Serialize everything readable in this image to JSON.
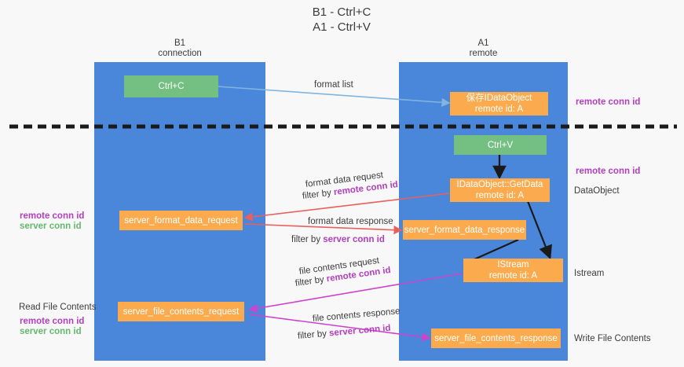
{
  "title": {
    "line1": "B1 - Ctrl+C",
    "line2": "A1 - Ctrl+V"
  },
  "lanes": [
    {
      "id": "b1",
      "header_line1": "B1",
      "header_line2": "connection",
      "color": "#4a86d9"
    },
    {
      "id": "a1",
      "header_line1": "A1",
      "header_line2": "remote",
      "color": "#4a86d9"
    }
  ],
  "colors": {
    "lane": "#4a86d9",
    "green_box": "#73c082",
    "orange_box": "#fbab4e",
    "remote_conn_id": "#b23fbe",
    "server_conn_id": "#64b96e",
    "arrow_format_list": "#7fb5e0",
    "arrow_format_data": "#e8615e",
    "arrow_file_contents": "#cc44cc",
    "arrow_black": "#1a1a1a",
    "divider": "#1a1a1a"
  },
  "boxes": {
    "ctrl_c": {
      "label": "Ctrl+C"
    },
    "save_idataobject": {
      "line1": "保存IDataObject",
      "line2": "remote id: A"
    },
    "ctrl_v": {
      "label": "Ctrl+V"
    },
    "getdata": {
      "line1": "IDataObject::GetData",
      "line2": "remote id: A"
    },
    "server_format_data_request": {
      "label": "server_format_data_request"
    },
    "server_format_data_response": {
      "label": "server_format_data_response"
    },
    "istream": {
      "line1": "IStream",
      "line2": "remote id: A"
    },
    "server_file_contents_request": {
      "label": "server_file_contents_request"
    },
    "server_file_contents_response": {
      "label": "server_file_contents_response"
    }
  },
  "arrow_labels": {
    "format_list": "format list",
    "format_data_request": "format data request",
    "format_data_request_filter_prefix": "filter by ",
    "format_data_request_filter_key": "remote conn id",
    "format_data_response": "format data response",
    "format_data_response_filter_prefix": "filter by ",
    "format_data_response_filter_key": "server conn id",
    "file_contents_request": "file contents request",
    "file_contents_request_filter_prefix": "filter by ",
    "file_contents_request_filter_key": "remote conn id",
    "file_contents_response": "file contents response",
    "file_contents_response_filter_prefix": "filter by ",
    "file_contents_response_filter_key": "server conn id"
  },
  "annotations": {
    "right_remote_conn_id_top": "remote conn id",
    "right_remote_conn_id_mid": "remote conn id",
    "right_dataobject": "DataObject",
    "right_istream": "Istream",
    "right_write_file_contents": "Write File Contents",
    "left_remote_conn_id": "remote conn id",
    "left_server_conn_id": "server conn id",
    "left_read_file_contents": "Read File Contents",
    "left_remote_conn_id_2": "remote conn id",
    "left_server_conn_id_2": "server conn id"
  }
}
